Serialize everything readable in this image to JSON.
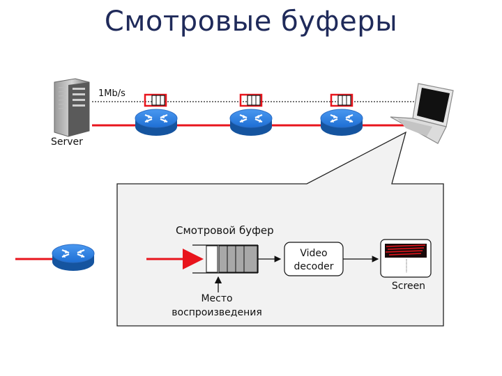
{
  "title": "Смотровые буферы",
  "link_rate": "1Mb/s",
  "server_label": "Server",
  "buffer_label": "Смотровой буфер",
  "decoder_label_line1": "Video",
  "decoder_label_line2": "decoder",
  "screen_label": "Screen",
  "playback_label_line1": "Место",
  "playback_label_line2": "воспроизведения",
  "colors": {
    "link": "#e8141c",
    "router_fill": "#1e6fd4",
    "panel_fill": "#f2f2f2",
    "title": "#1f2a5a"
  },
  "icons": [
    "server-icon",
    "router-icon",
    "laptop-icon",
    "buffer-queue-icon",
    "screen-icon"
  ]
}
